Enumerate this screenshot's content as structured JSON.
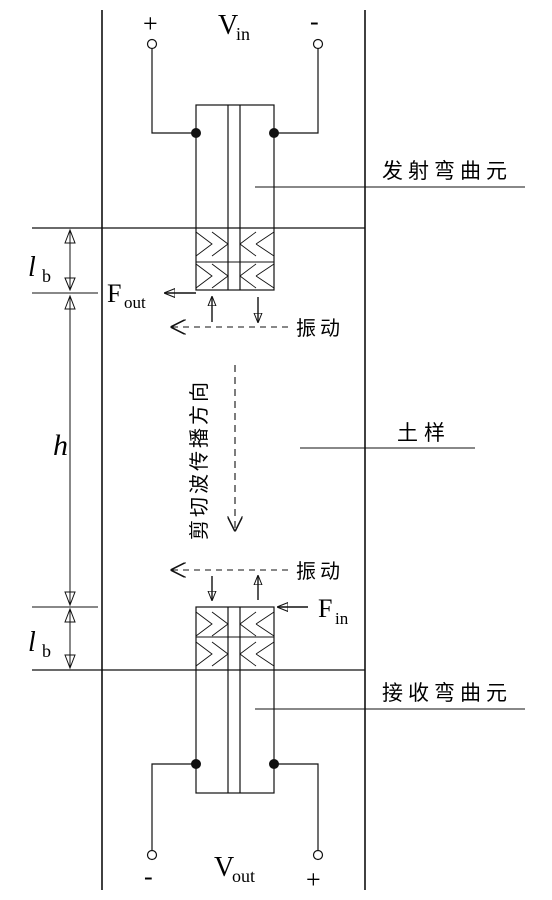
{
  "labels": {
    "v_in": "V",
    "v_in_sub": "in",
    "v_out": "V",
    "v_out_sub": "out",
    "plus": "+",
    "minus": "-",
    "f_out": "F",
    "f_out_sub": "out",
    "f_in": "F",
    "f_in_sub": "in",
    "l_b": "l",
    "l_b_sub": "b",
    "h": "h",
    "transmitter": "发射弯曲元",
    "receiver": "接收弯曲元",
    "soil_sample": "土样",
    "vibration": "振动",
    "propagation": "剪切波传播方向"
  }
}
